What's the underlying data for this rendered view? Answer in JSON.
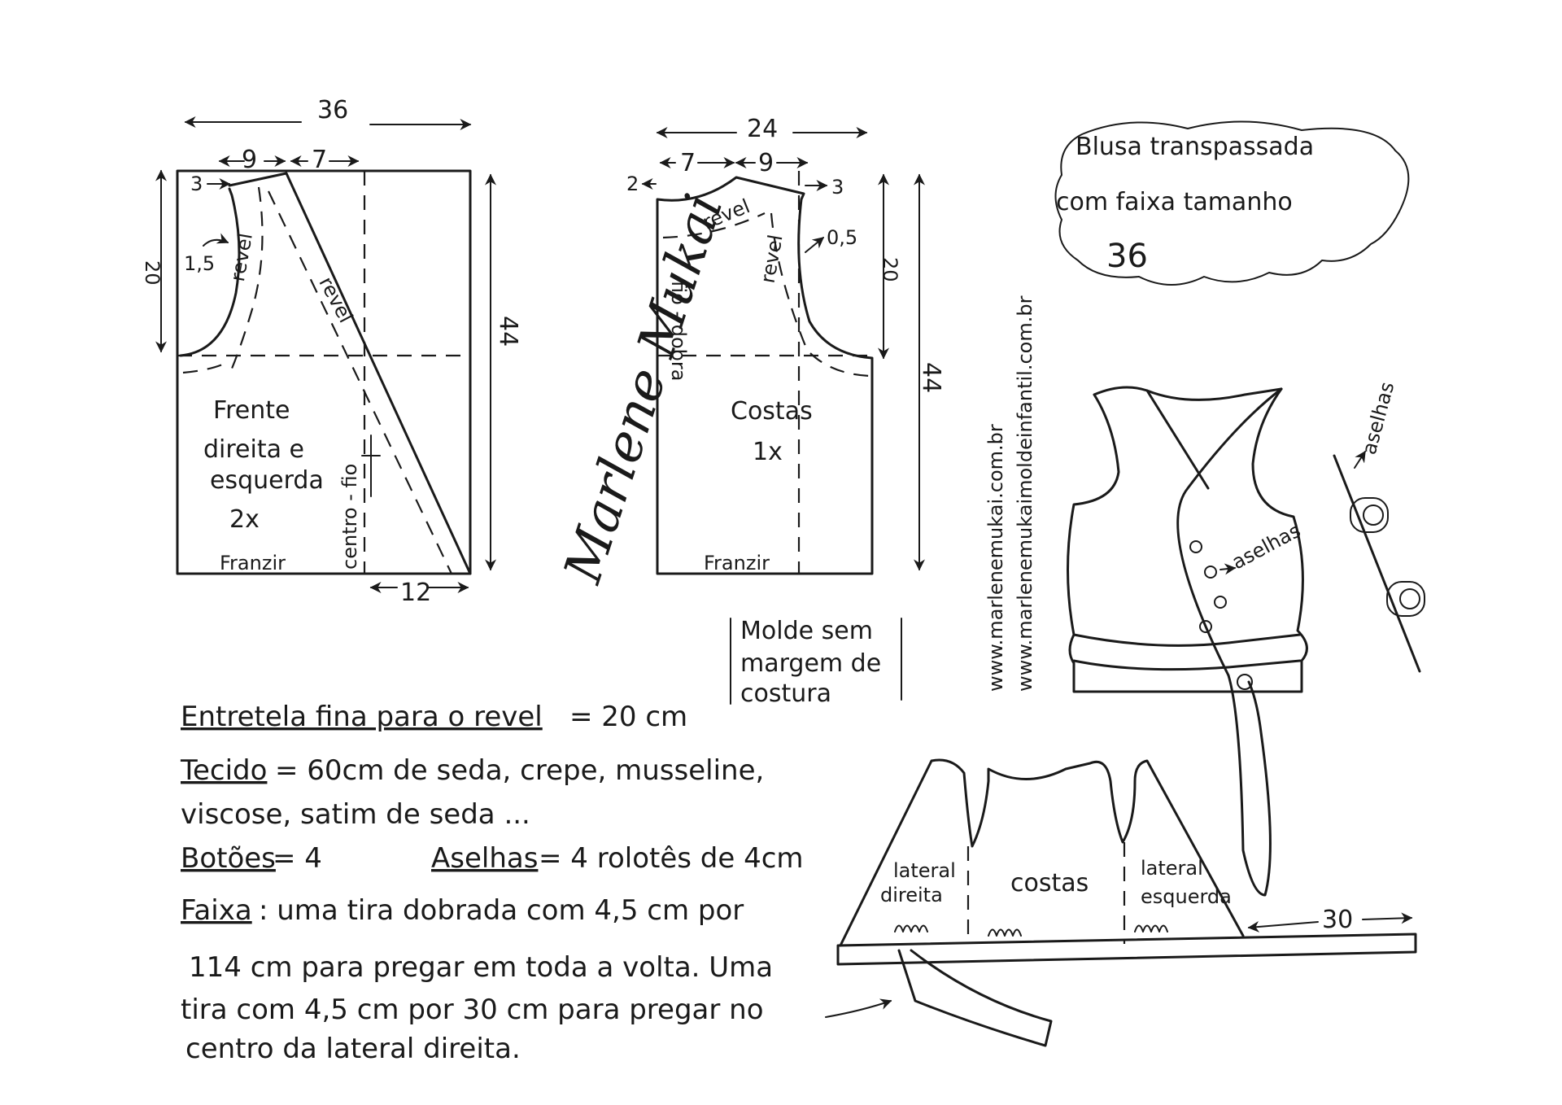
{
  "title": {
    "line1": "Blusa transpassada",
    "line2": "com faixa tamanho",
    "line3": "36"
  },
  "front_piece": {
    "width": "36",
    "top_left": "9",
    "top_right": "7",
    "shoulder_drop": "3",
    "armhole_depth": "20",
    "curve": "1,5",
    "length": "44",
    "bottom": "12",
    "label_line1": "Frente",
    "label_line2": "direita e",
    "label_line3": "esquerda",
    "count": "2x",
    "facing_1": "revel",
    "facing_2": "revel",
    "grain": "centro - fio",
    "hem": "Franzir"
  },
  "back_piece": {
    "width": "24",
    "top_left": "7",
    "top_right": "9",
    "left_drop": "2",
    "right_drop": "3",
    "armhole_depth": "20",
    "curve": "0,5",
    "length": "44",
    "label_line1": "Costas",
    "count": "1x",
    "facing_1": "revel",
    "facing_2": "revel",
    "fold": "fio - dobra",
    "hem": "Franzir"
  },
  "signature": "Marlene Mukai",
  "note": {
    "line1": "Molde sem",
    "line2": "margem de",
    "line3": "costura"
  },
  "websites": {
    "line1": "www.marlenemukai.com.br",
    "line2": "www.marlenemukaimoldeinfantil.com.br"
  },
  "sketch": {
    "loops_label_1": "aselhas",
    "loops_label_2": "aselhas"
  },
  "assembly": {
    "left_panel_1": "lateral",
    "left_panel_2": "direita",
    "center_panel": "costas",
    "right_panel_1": "lateral",
    "right_panel_2": "esquerda",
    "tie_length": "30"
  },
  "materials": {
    "interfacing_label": "Entretela fina para o revel",
    "interfacing_value": "= 20 cm",
    "fabric_label": "Tecido",
    "fabric_value": "= 60cm de seda, crepe, musseline,",
    "fabric_value_2": "viscose, satim de seda ...",
    "buttons_label": "Botões",
    "buttons_value": "= 4",
    "loops_label": "Aselhas",
    "loops_value": "= 4 rolotês de 4cm",
    "band_label": "Faixa",
    "band_value_1": ": uma tira dobrada com 4,5 cm por",
    "band_value_2": "114 cm para pregar em toda a volta. Uma",
    "band_value_3": "tira com 4,5 cm por 30 cm para pregar no",
    "band_value_4": "centro da lateral direita."
  },
  "colors": {
    "ink": "#1a1a1a",
    "paper": "#ffffff"
  }
}
